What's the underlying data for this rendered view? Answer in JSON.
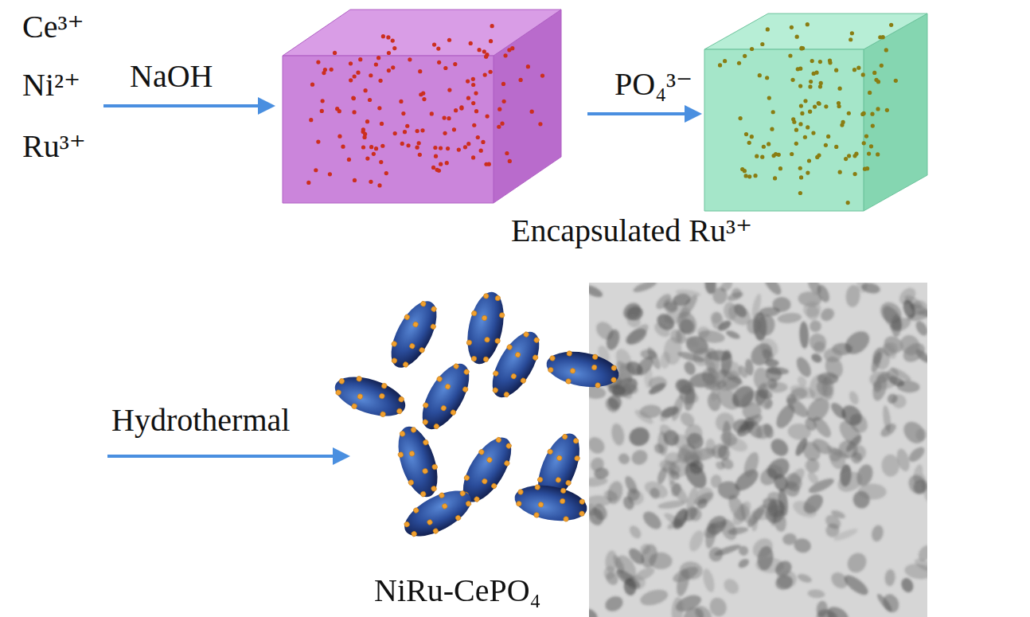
{
  "diagram": {
    "nodes": [
      {
        "text": [
          "Encapsulated Ru³⁺"
        ]
      },
      {
        "text": [
          "NiRu-CePO₄"
        ]
      }
    ],
    "labels": [
      "Ce³⁺",
      "Ni²⁺",
      "Ru³⁺",
      "NaOH",
      "PO₄³⁻",
      "Hydrothermal"
    ]
  }
}
